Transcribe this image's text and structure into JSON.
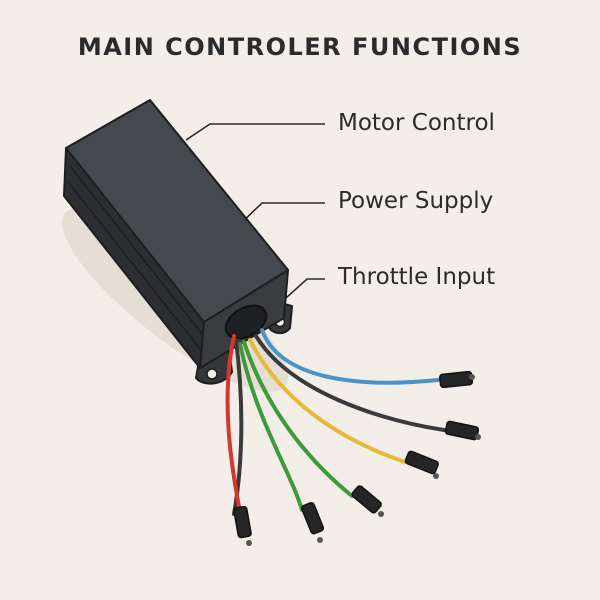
{
  "title": "MAIN CONTROLER FUNCTIONS",
  "callouts": {
    "motor_control": "Motor Control",
    "power_supply": "Power Supply",
    "throttle_input": "Throttle Input"
  },
  "wire_colors": {
    "red": "#d6362b",
    "dark": "#3a3a3a",
    "green": "#3f9a3c",
    "yellow": "#e7b93a",
    "blue": "#4a93c9",
    "connector": "#262626"
  },
  "colors": {
    "background": "#f3efe8",
    "housing": "#3b3d40",
    "text": "#2b2b2b"
  }
}
